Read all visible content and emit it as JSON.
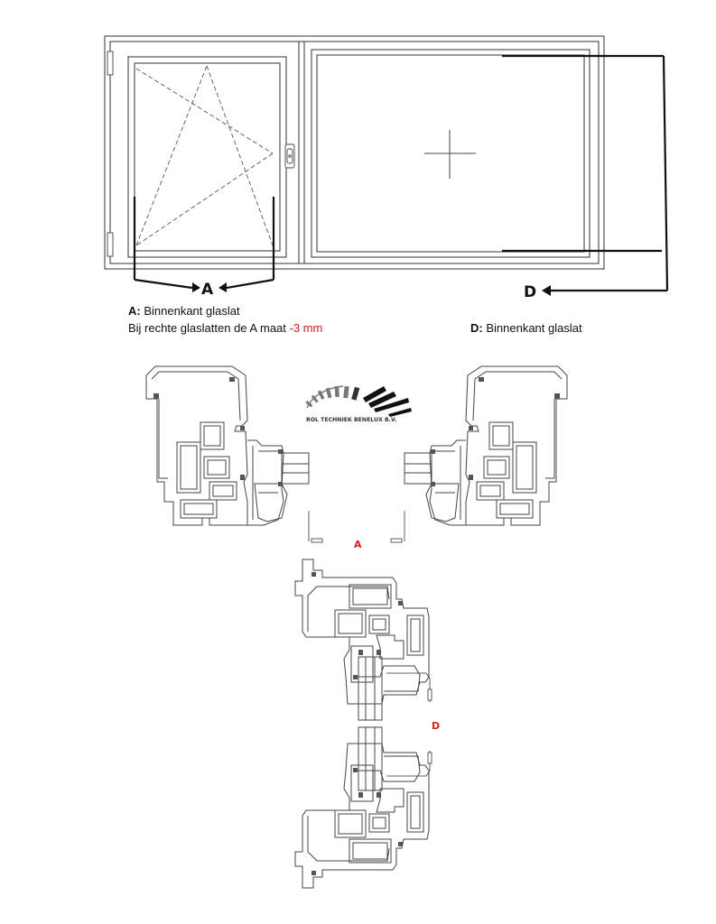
{
  "window": {
    "label_a": "A",
    "label_d": "D"
  },
  "legend": {
    "a_key": "A:",
    "a_text": "Binnenkant glaslat",
    "a_note": "Bij rechte glaslatten de A maat",
    "a_note_value": "-3 mm",
    "d_key": "D:",
    "d_text": "Binnenkant glaslat"
  },
  "logo": {
    "text": "ROL TECHNIEK BENELUX B.V."
  },
  "section_labels": {
    "horizontal": "A",
    "vertical": "D"
  },
  "colors": {
    "line": "#333333",
    "accent": "#d42020"
  }
}
